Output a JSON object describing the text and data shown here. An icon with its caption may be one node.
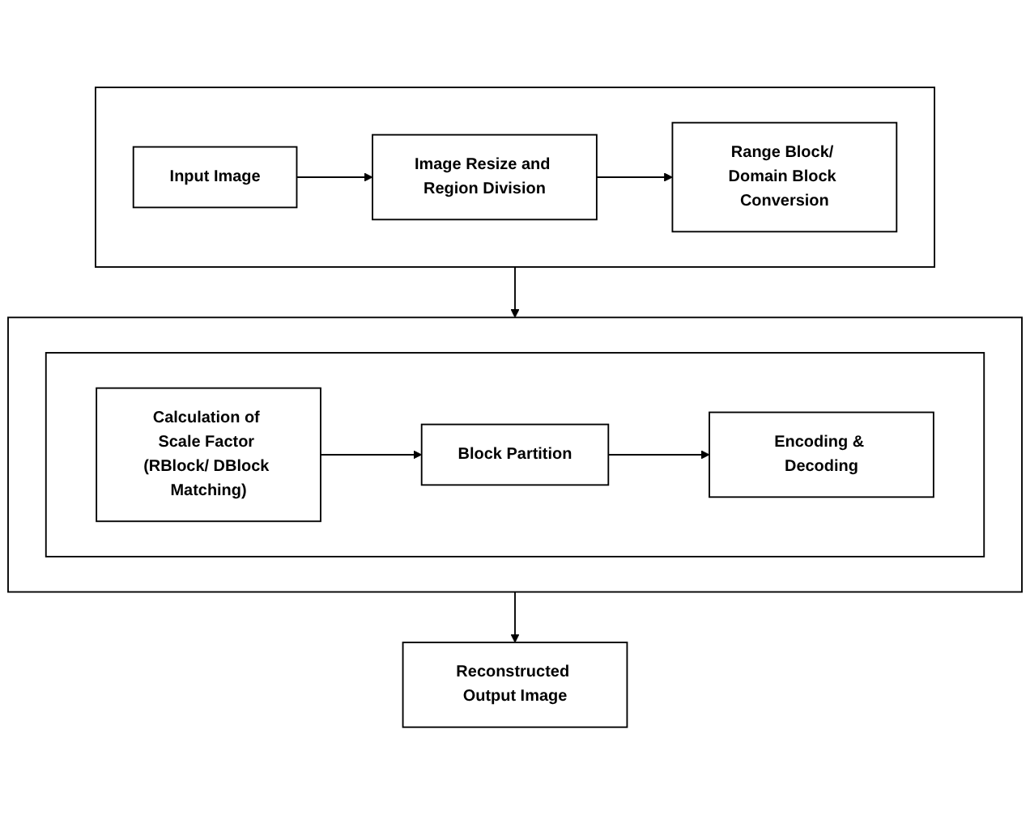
{
  "diagram": {
    "nodes": [
      {
        "text": [],
        "shape": "box"
      },
      {
        "text": [
          "Input Image"
        ],
        "in": 0
      },
      {
        "text": [
          "Image Resize and Region Division"
        ],
        "in": 0
      },
      {
        "text": [
          "Range Block/ Domain Block Conversion"
        ],
        "in": 0
      },
      {
        "text": [],
        "shape": "box"
      },
      {
        "text": [],
        "shape": "box",
        "in": 4
      },
      {
        "text": [
          "Calculation of Scale Factor (RBlock/ DBlock Matching)"
        ],
        "in": 5
      },
      {
        "text": [
          "Block Partition"
        ],
        "in": 5
      },
      {
        "text": [
          "Encoding & Decoding"
        ],
        "in": 5
      },
      {
        "text": [
          "Reconstructed Output Image"
        ]
      }
    ],
    "edges": [
      {
        "from": 1,
        "to": 2,
        "arrow": "to"
      },
      {
        "from": 2,
        "to": 3,
        "arrow": "to"
      },
      {
        "from": 0,
        "to": 4,
        "arrow": "to"
      },
      {
        "from": 6,
        "to": 7,
        "arrow": "to"
      },
      {
        "from": 7,
        "to": 8,
        "arrow": "to"
      },
      {
        "from": 4,
        "to": 9,
        "arrow": "to"
      }
    ]
  }
}
